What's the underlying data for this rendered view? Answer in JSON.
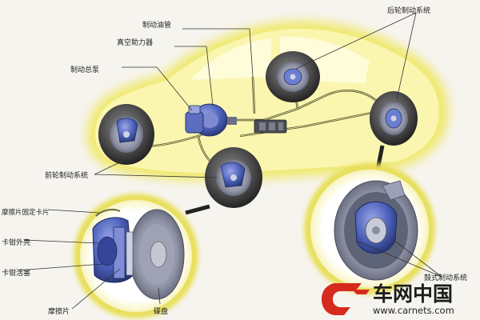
{
  "labels": {
    "brake_fluid_pipe": "制动油管",
    "vacuum_booster": "真空助力器",
    "master_cylinder": "制动总泵",
    "rear_brake_system": "后轮制动系统",
    "front_brake_system": "前轮制动系统",
    "pad_fixing_clip": "摩擦片固定卡片",
    "caliper_housing": "卡钳外壳",
    "caliper_piston": "卡钳活塞",
    "brake_pad": "摩擦片",
    "brake_disc": "碟盘",
    "drum_brake_system": "鼓式制动系统"
  },
  "watermark": {
    "brand_cn": "车网中国",
    "url": "www.carnets.com"
  },
  "colors": {
    "background": "#f6f4ee",
    "car_body_glow": "#efe96a",
    "car_body_core": "#fbf7b6",
    "detail_circle_glow": "#f0ea7a",
    "brake_part_blue": "#4a5fb8",
    "tire_dark": "#3a3a3a",
    "logo_red": "#d62a1f"
  }
}
